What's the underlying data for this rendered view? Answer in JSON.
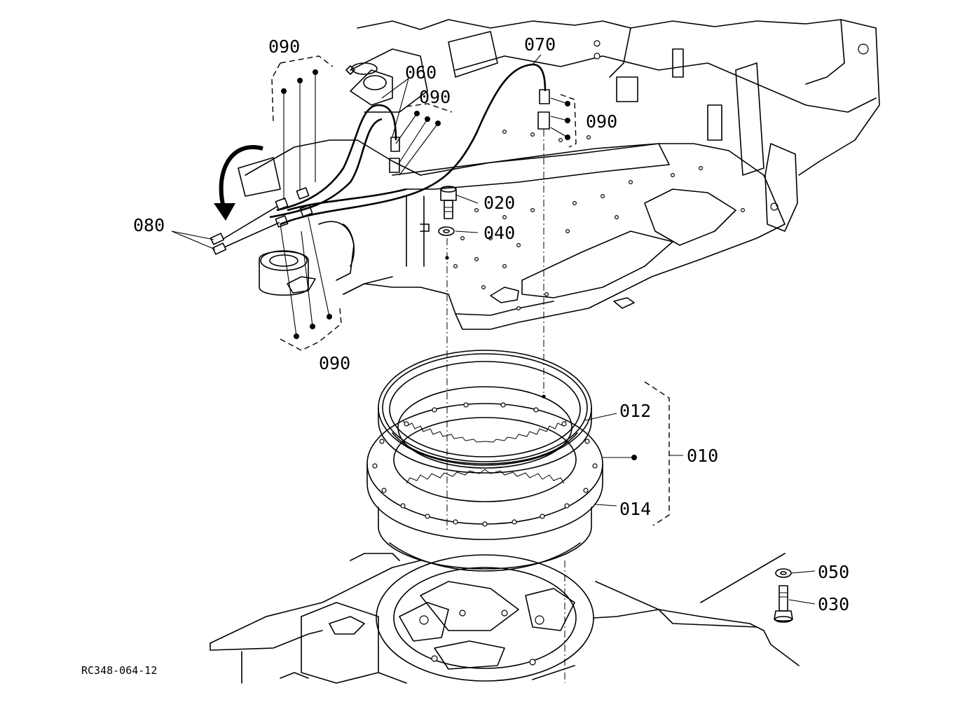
{
  "labels": {
    "p010": "010",
    "p012": "012",
    "p014": "014",
    "p020": "020",
    "p030": "030",
    "p040": "040",
    "p050": "050",
    "p060": "060",
    "p070": "070",
    "p080": "080",
    "p090_a": "090",
    "p090_b": "090",
    "p090_c": "090",
    "p090_d": "090"
  },
  "drawing_ref": "RC348-064-12"
}
